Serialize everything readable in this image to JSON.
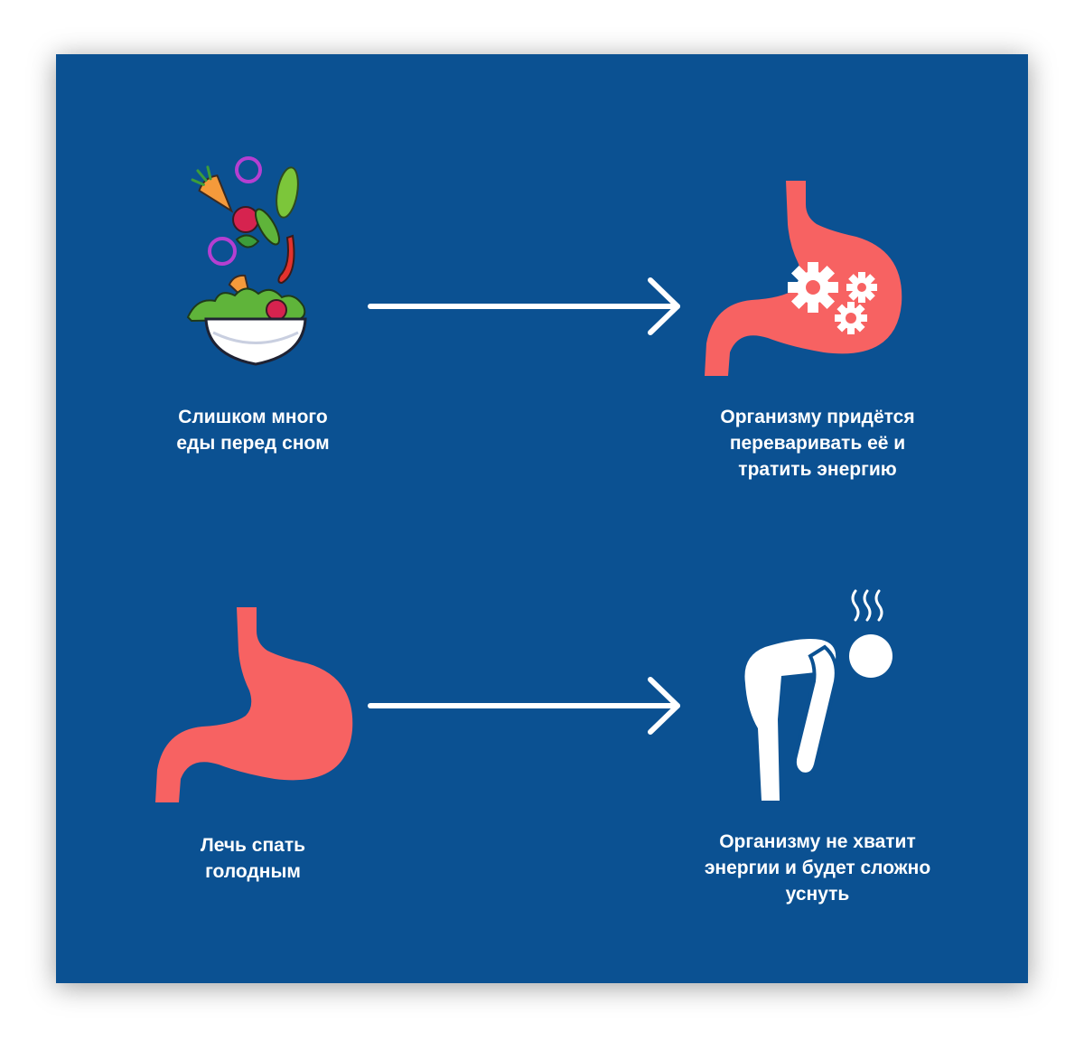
{
  "colors": {
    "background": "#0b5192",
    "stomach": "#f76262",
    "text": "#ffffff",
    "arrow": "#ffffff"
  },
  "steps": [
    {
      "text": "Слишком много\nеды перед сном",
      "icon": "salad-bowl-icon"
    },
    {
      "text": "Организму придётся\nпереваривать её и\nтратить энергию",
      "icon": "stomach-digesting-icon"
    },
    {
      "text": "Лечь спать\nголодным",
      "icon": "stomach-icon"
    },
    {
      "text": "Организму не хватит\nэнергии и будет сложно\nуснуть",
      "icon": "exhausted-person-icon"
    }
  ]
}
